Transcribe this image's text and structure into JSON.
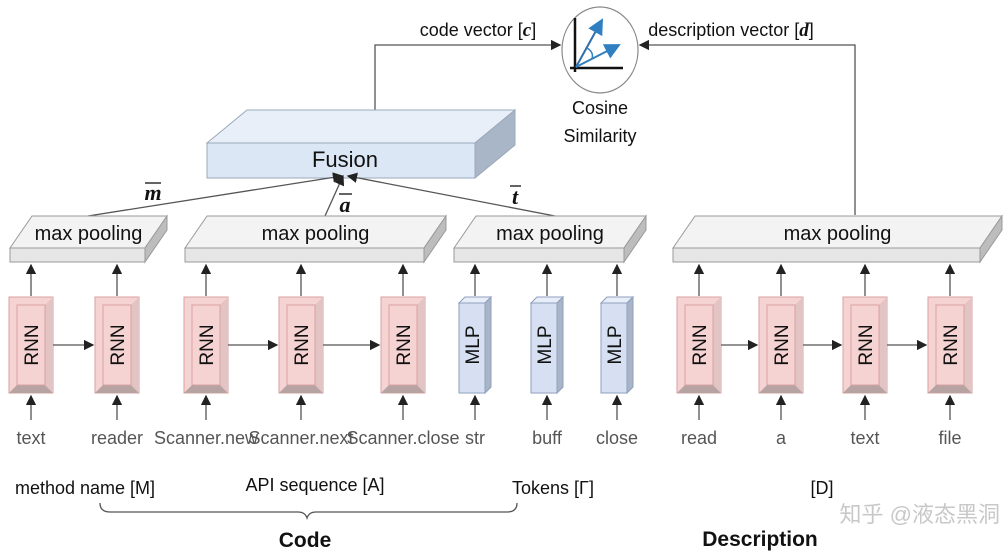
{
  "fusion": {
    "label": "Fusion"
  },
  "cosine": {
    "line1": "Cosine",
    "line2": "Similarity",
    "icon": "cosine-angle-icon"
  },
  "code_vector_label": "code vector [",
  "code_vector_symbol": "c",
  "description_vector_label": "description vector [",
  "description_vector_symbol": "d",
  "vectors": {
    "m": "m",
    "a": "a",
    "t": "t"
  },
  "pooling": [
    "max pooling",
    "max pooling",
    "max pooling",
    "max pooling"
  ],
  "cells": [
    {
      "type": "RNN",
      "input": "text"
    },
    {
      "type": "RNN",
      "input": "reader"
    },
    {
      "type": "RNN",
      "input": "Scanner.new"
    },
    {
      "type": "RNN",
      "input": "Scanner.next"
    },
    {
      "type": "RNN",
      "input": "Scanner.close"
    },
    {
      "type": "MLP",
      "input": "str"
    },
    {
      "type": "MLP",
      "input": "buff"
    },
    {
      "type": "MLP",
      "input": "close"
    },
    {
      "type": "RNN",
      "input": "read"
    },
    {
      "type": "RNN",
      "input": "a"
    },
    {
      "type": "RNN",
      "input": "text"
    },
    {
      "type": "RNN",
      "input": "file"
    }
  ],
  "captions": {
    "method_name": "method name [M]",
    "api_sequence": "API sequence [A]",
    "tokens": "Tokens [Γ]",
    "description_input": "[D]",
    "code": "Code",
    "description": "Description"
  },
  "watermark": "知乎 @液态黑洞",
  "colors": {
    "rnn_fill": "#f6d3d3",
    "rnn_border": "#d9a0a0",
    "mlp_fill": "#d6e0f2",
    "mlp_border": "#8f9fbf",
    "fusion_fill": "#dbe7f4",
    "pool_fill": "#f0f0f0",
    "vector_arrow": "#2f7fc1"
  }
}
